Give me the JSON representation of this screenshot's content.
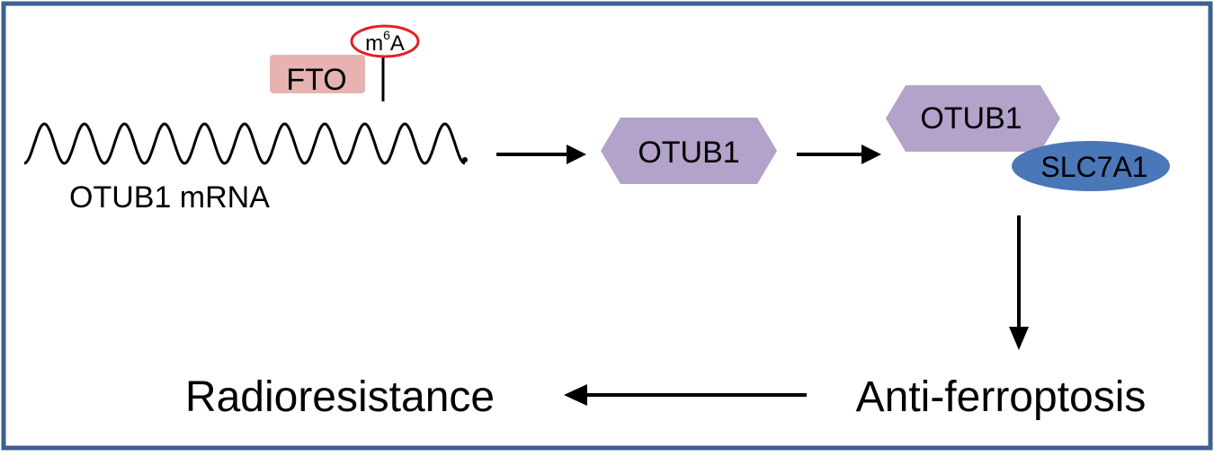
{
  "colors": {
    "frame": "#3e5f92",
    "fto_fill": "#e6b3b1",
    "m6a_ring": "#e3202a",
    "otub1_fill": "#b3a2c9",
    "slc7a1_fill": "#4a77b7",
    "arrow": "#000000"
  },
  "mrna": {
    "label": "OTUB1 mRNA"
  },
  "fto": {
    "label": "FTO"
  },
  "m6a": {
    "base": "m",
    "superscript": "6",
    "suffix": "A"
  },
  "otub1_protein": {
    "label": "OTUB1"
  },
  "complex": {
    "otub1_label": "OTUB1",
    "slc7a1_label": "SLC7A1"
  },
  "outcomes": {
    "anti_ferroptosis": "Anti-ferroptosis",
    "radioresistance": "Radioresistance"
  }
}
